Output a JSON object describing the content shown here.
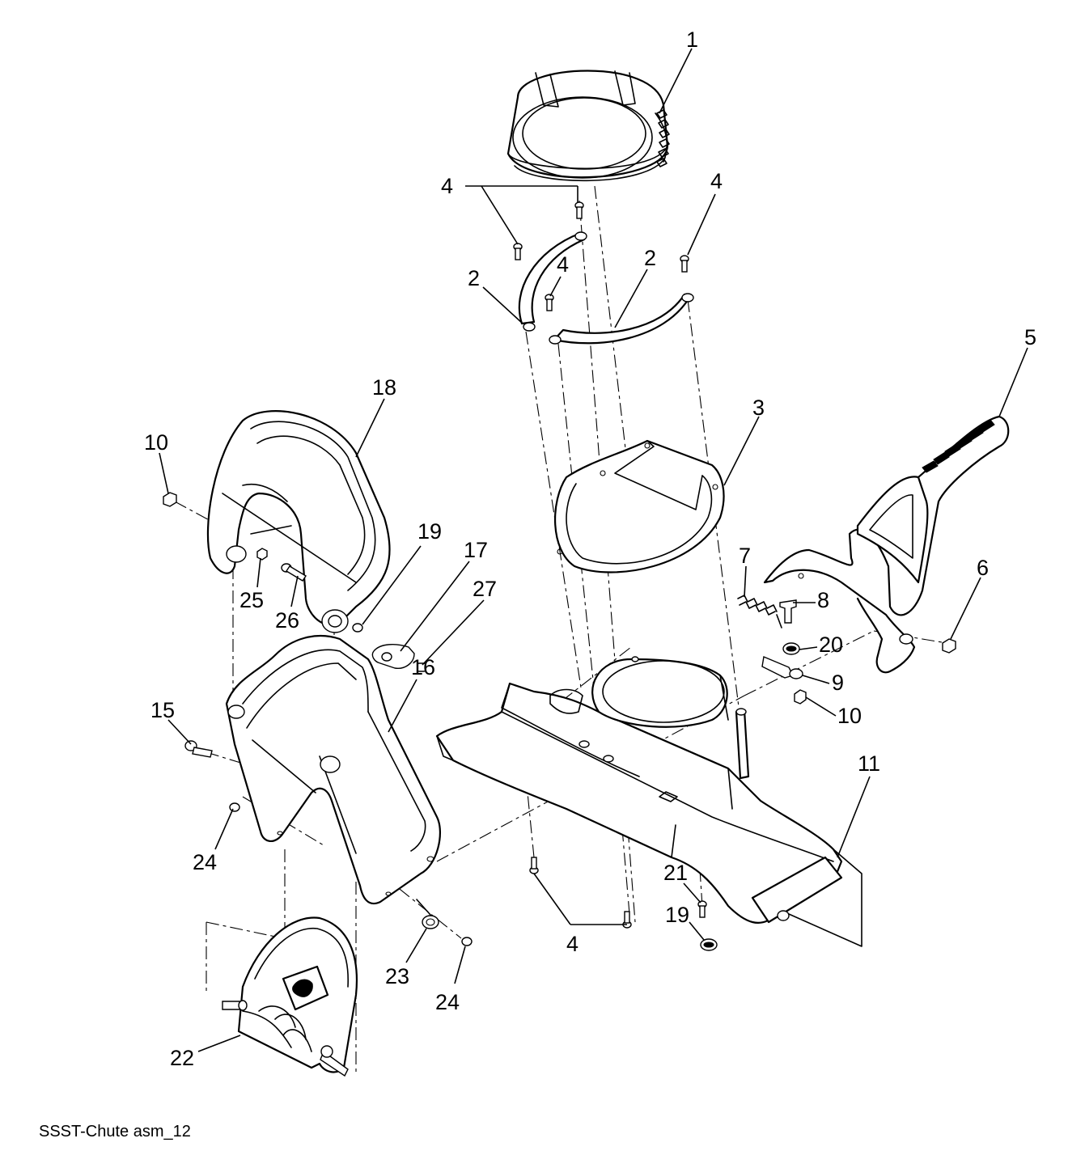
{
  "figure_ref": "SSST-Chute asm_12",
  "callouts": {
    "c1": "1",
    "c2a": "2",
    "c2b": "2",
    "c3": "3",
    "c4a": "4",
    "c4b": "4",
    "c4c": "4",
    "c4d": "4",
    "c5": "5",
    "c6": "6",
    "c7": "7",
    "c8": "8",
    "c9": "9",
    "c10a": "10",
    "c10b": "10",
    "c11": "11",
    "c15": "15",
    "c16": "16",
    "c17": "17",
    "c18": "18",
    "c19a": "19",
    "c19b": "19",
    "c20": "20",
    "c21": "21",
    "c22": "22",
    "c23": "23",
    "c24a": "24",
    "c24b": "24",
    "c25": "25",
    "c26": "26",
    "c27": "27"
  }
}
